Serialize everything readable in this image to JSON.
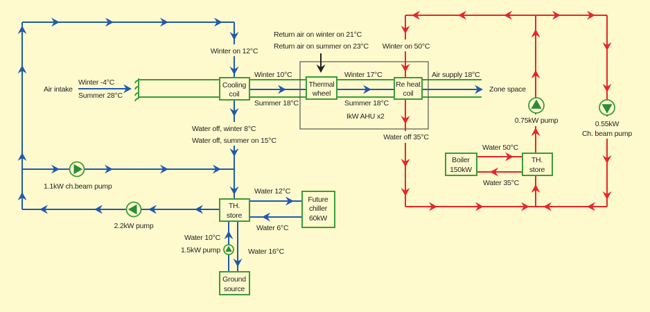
{
  "colors": {
    "background": "#FFFACD",
    "chilled_water": "#1F5AAE",
    "heating_water": "#E8242A",
    "air_duct": "#3A9B3A",
    "pump": "#2E8B3A",
    "text": "#222222",
    "ahu_outline": "#555555"
  },
  "air_side": {
    "air_intake": "Air intake",
    "intake_winter": "Winter -4°C",
    "intake_summer": "Summer 28°C",
    "after_cooling_winter": "Winter 10°C",
    "after_cooling_summer": "Summer 18°C",
    "return_air_winter": "Return air on winter on 21°C",
    "return_air_summer": "Return air on summer on 23°C",
    "after_wheel_winter": "Winter 17°C",
    "after_wheel_summer": "Summer 18°C",
    "ahu_label": "IkW AHU x2",
    "air_supply": "Air supply 18°C",
    "zone_space": "Zone space"
  },
  "components": {
    "cooling_coil": [
      "Cooling",
      "coil"
    ],
    "thermal_wheel": [
      "Thermal",
      "wheel"
    ],
    "reheat_coil": [
      "Re heat",
      "coil"
    ],
    "th_store_chilled": [
      "TH.",
      "store"
    ],
    "future_chiller": [
      "Future",
      "chiller",
      "60kW"
    ],
    "ground_source": [
      "Ground",
      "source"
    ],
    "boiler": [
      "Boiler",
      "150kW"
    ],
    "th_store_heating": [
      "TH.",
      "store"
    ]
  },
  "chilled_circuit": {
    "winter_on": "Winter on 12°C",
    "water_off_winter": "Water off, winter 8°C",
    "water_off_summer": "Water off, summer on 15°C",
    "pump_beam": "1.1kW ch.beam pump",
    "pump_main": "2.2kW pump",
    "chiller_flow": "Water 12°C",
    "chiller_return": "Water 6°C",
    "ground_flow": "Water 10°C",
    "ground_pump": "1.5kW pump",
    "ground_return": "Water 16°C"
  },
  "heating_circuit": {
    "winter_on": "Winter on 50°C",
    "water_off": "Water off 35°C",
    "pump_main": "0.75kW pump",
    "pump_beam_rating": "0.55kW",
    "pump_beam_name": "Ch. beam pump",
    "boiler_flow": "Water 50°C",
    "boiler_return": "Water 35°C"
  }
}
